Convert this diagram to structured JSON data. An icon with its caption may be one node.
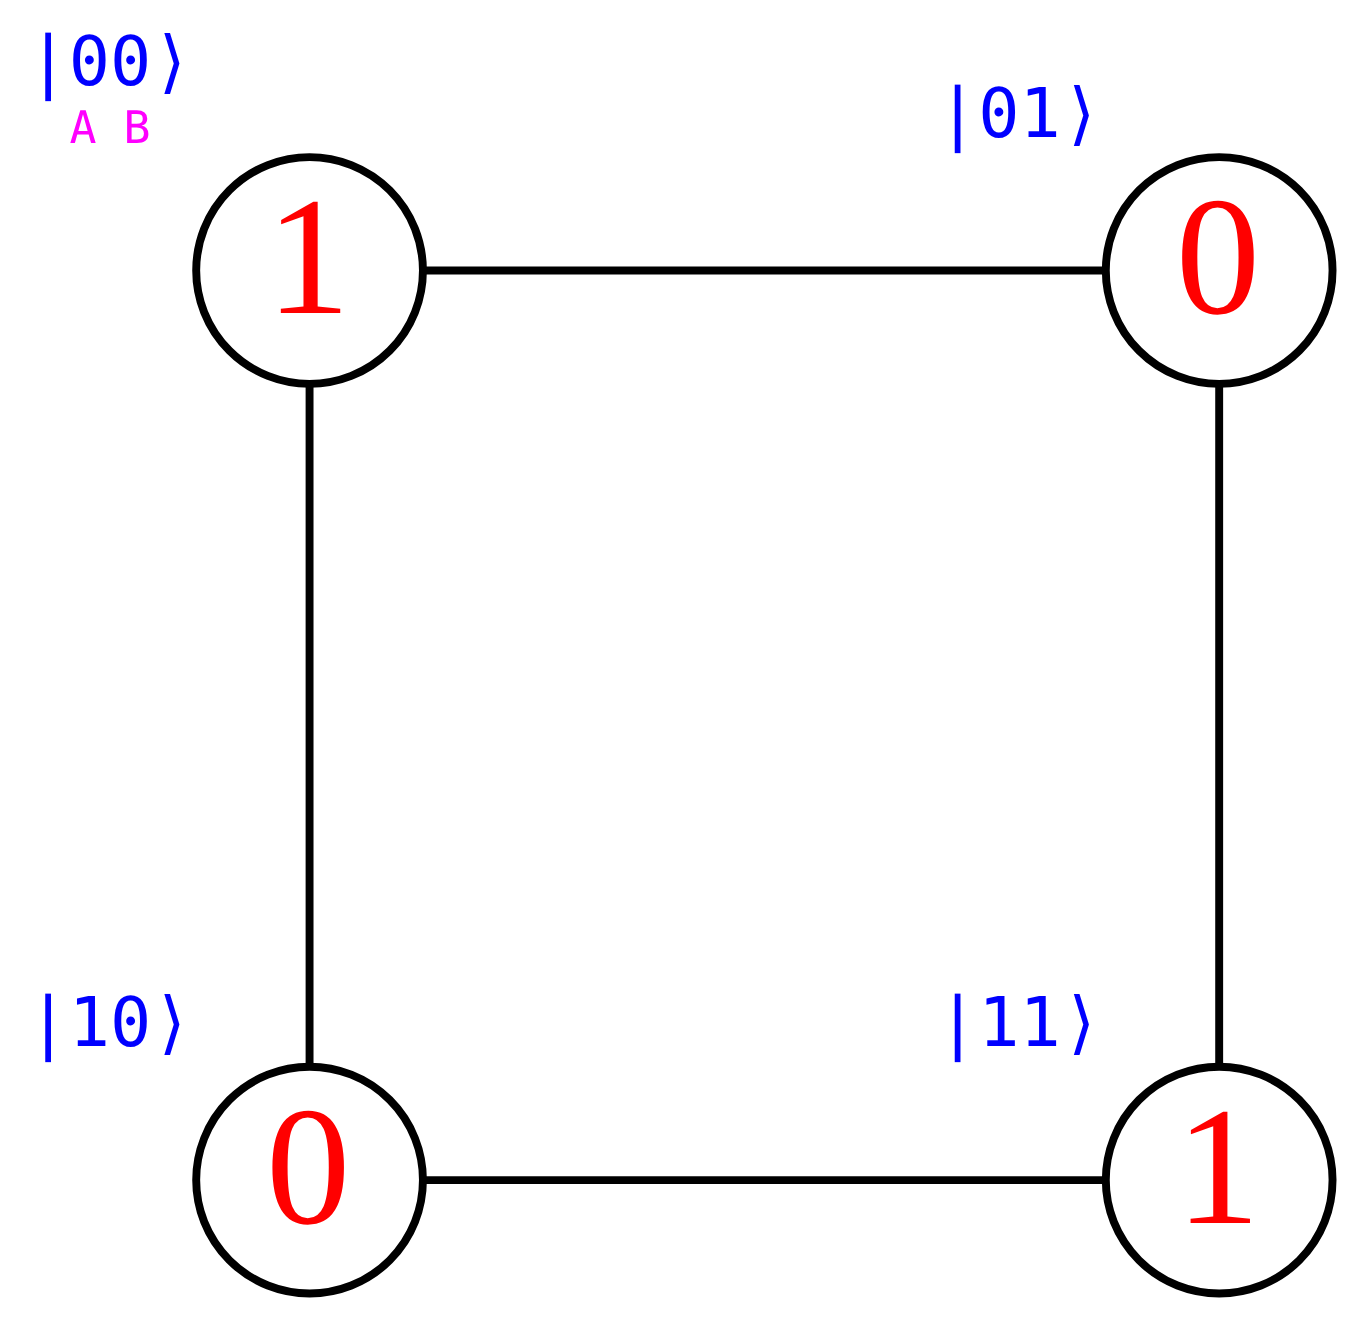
{
  "diagram": {
    "nodes": [
      {
        "text": [
          "1"
        ],
        "beside": [
          "|00⟩",
          "A B"
        ]
      },
      {
        "text": [
          "0"
        ],
        "beside": [
          "|01⟩"
        ]
      },
      {
        "text": [
          "0"
        ],
        "beside": [
          "|10⟩"
        ]
      },
      {
        "text": [
          "1"
        ],
        "beside": [
          "|11⟩"
        ]
      }
    ],
    "edges": [
      {
        "from": 0,
        "to": 1,
        "arrow": "none"
      },
      {
        "from": 0,
        "to": 2,
        "arrow": "none"
      },
      {
        "from": 1,
        "to": 3,
        "arrow": "none"
      },
      {
        "from": 2,
        "to": 3,
        "arrow": "none"
      }
    ]
  }
}
